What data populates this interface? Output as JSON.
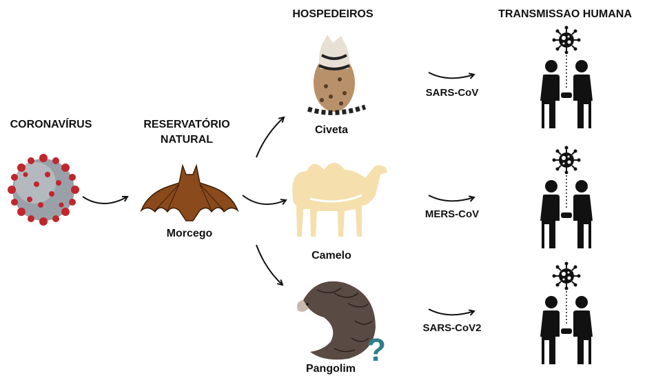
{
  "headers": {
    "coronavirus": "CORONAVÍRUS",
    "reservoir_line1": "RESERVATÓRIO",
    "reservoir_line2": "NATURAL",
    "hosts": "HOSPEDEIROS",
    "transmission": "TRANSMISSAO HUMANA"
  },
  "reservoir": {
    "name": "Morcego",
    "icon": "bat-icon"
  },
  "hosts": [
    {
      "name": "Civeta",
      "icon": "civet-icon",
      "virus": "SARS-CoV"
    },
    {
      "name": "Camelo",
      "icon": "camel-icon",
      "virus": "MERS-CoV"
    },
    {
      "name": "Pangolim",
      "icon": "pangolin-icon",
      "virus": "SARS-CoV2",
      "uncertain_mark": "?"
    }
  ],
  "colors": {
    "virus_body": "#9aa0a8",
    "virus_spike": "#c0262d",
    "bat": "#8a4a1c",
    "camel": "#f5dfad",
    "civet": "#b8916a",
    "pangolin": "#5a4a44",
    "question": "#2f7f8a",
    "people": "#111111"
  }
}
